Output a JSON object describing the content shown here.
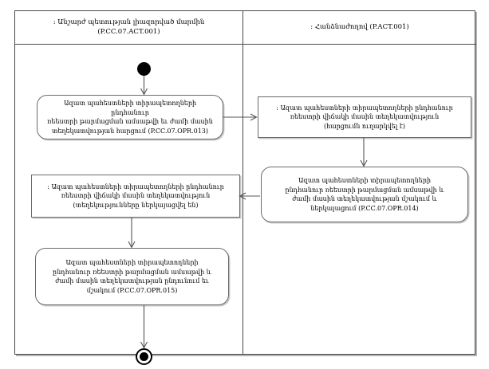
{
  "diagram": {
    "type": "uml-activity-diagram",
    "lanes": [
      {
        "id": "lane-left",
        "title": ": Անշարժ պետության լիազորված մարմին\n(P.CC.07.ACT.001)"
      },
      {
        "id": "lane-right",
        "title": ": Հանձնաժողով (P.ACT.001)"
      }
    ],
    "nodes": {
      "initial": {
        "kind": "initial-node",
        "lane": "lane-left"
      },
      "action_opr013": {
        "kind": "action",
        "lane": "lane-left",
        "label": "Ազատ պահեստների տիրապետողների ընդհանուր\nռեեստրի թարմացման ամսաթվի եւ ժամի մասին\nտեղեկատվության հարցում (P.CC.07.OPR.013)"
      },
      "signal_request_sent": {
        "kind": "signal",
        "lane": "lane-right",
        "label": ": Ազատ պահեստների տիրապետողների ընդհանուր\nռեեստրի վիճակի մասին տեղեկատվություն\n(հարցումն ուղարկվել է)"
      },
      "action_opr014": {
        "kind": "action",
        "lane": "lane-right",
        "label": "Ազատ պահեստների տիրապետողների\nընդհանուր ռեեստրի թարմացման ամսաթվի և\nժամի մասին տեղեկատվության մշակում և\nներկայացում (P.CC.07.OPR.014)"
      },
      "signal_info_provided": {
        "kind": "signal",
        "lane": "lane-left",
        "label": ": Ազատ պահեստների տիրապետողների ընդհանուր\nռեեստրի վիճակի մասին տեղեկատվություն\n(տեղեկությունները ներկայացվել են)"
      },
      "action_opr015": {
        "kind": "action",
        "lane": "lane-left",
        "label": "Ազատ պահեստների տիրապետողների\nընդհանուր ռեեստրի թարմացման ամսաթվի և\nժամի մասին տեղեկատվության ընդունում եւ\nմշակում (P.CC.07.OPR.015)"
      },
      "final": {
        "kind": "final-node",
        "lane": "lane-left"
      }
    },
    "edges": [
      {
        "from": "initial",
        "to": "action_opr013"
      },
      {
        "from": "action_opr013",
        "to": "signal_request_sent"
      },
      {
        "from": "signal_request_sent",
        "to": "action_opr014"
      },
      {
        "from": "action_opr014",
        "to": "signal_info_provided"
      },
      {
        "from": "signal_info_provided",
        "to": "action_opr015"
      },
      {
        "from": "action_opr015",
        "to": "final"
      }
    ],
    "colors": {
      "frame_border": "#4a4a4a",
      "node_border": "#6b6b6b",
      "edge": "#555555",
      "node_fill": "#ffffff",
      "canvas": "#ffffff",
      "text": "#000000"
    }
  }
}
